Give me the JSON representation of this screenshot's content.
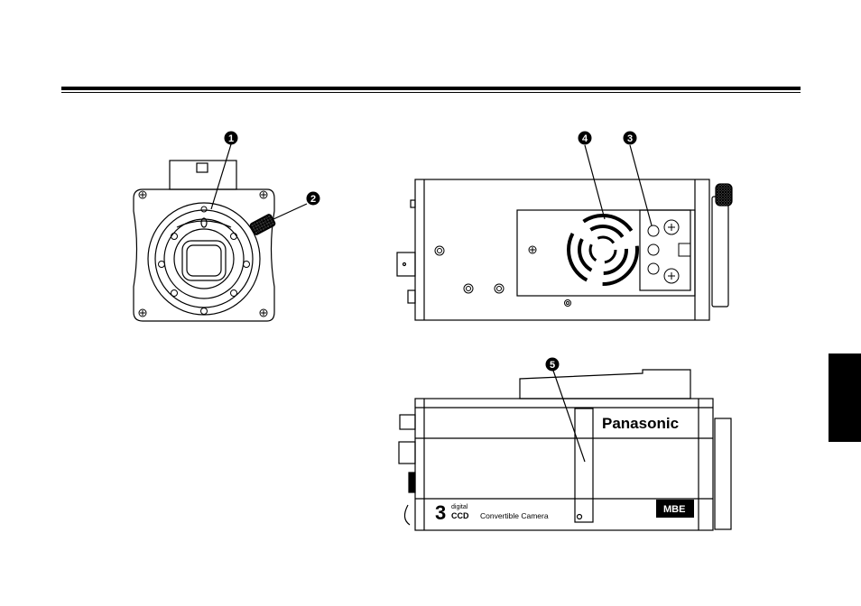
{
  "callouts": {
    "c1": "1",
    "c2": "2",
    "c3": "3",
    "c4": "4",
    "c5": "5"
  },
  "camera_side": {
    "brand": "Panasonic",
    "logo_digit": "3",
    "logo_digital": "digital",
    "logo_ccd": "CCD",
    "model_text": "Convertible Camera",
    "badge": "MBE"
  },
  "colors": {
    "ink": "#000000",
    "paper": "#ffffff"
  }
}
